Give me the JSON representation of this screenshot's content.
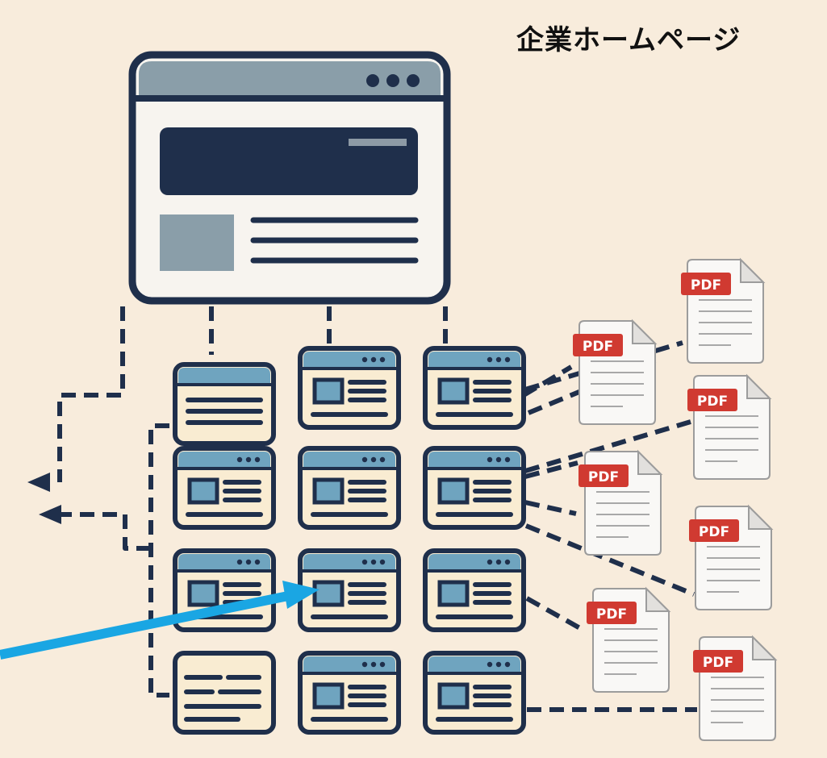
{
  "title": "企業ホームページ",
  "pdf_label": "PDF",
  "colors": {
    "background": "#f8ecdc",
    "navy": "#1f2f4b",
    "header_blue": "#6fa4bf",
    "slate": "#8a9ea9",
    "card": "#f9ecd2",
    "pdf_red": "#d03a31",
    "arrow_blue": "#1aa6e3"
  },
  "icons": {
    "main_page": "browser-window-icon",
    "sub_pages": "web-page-icon",
    "documents": "pdf-document-icon",
    "pointer": "pointer-arrow"
  }
}
